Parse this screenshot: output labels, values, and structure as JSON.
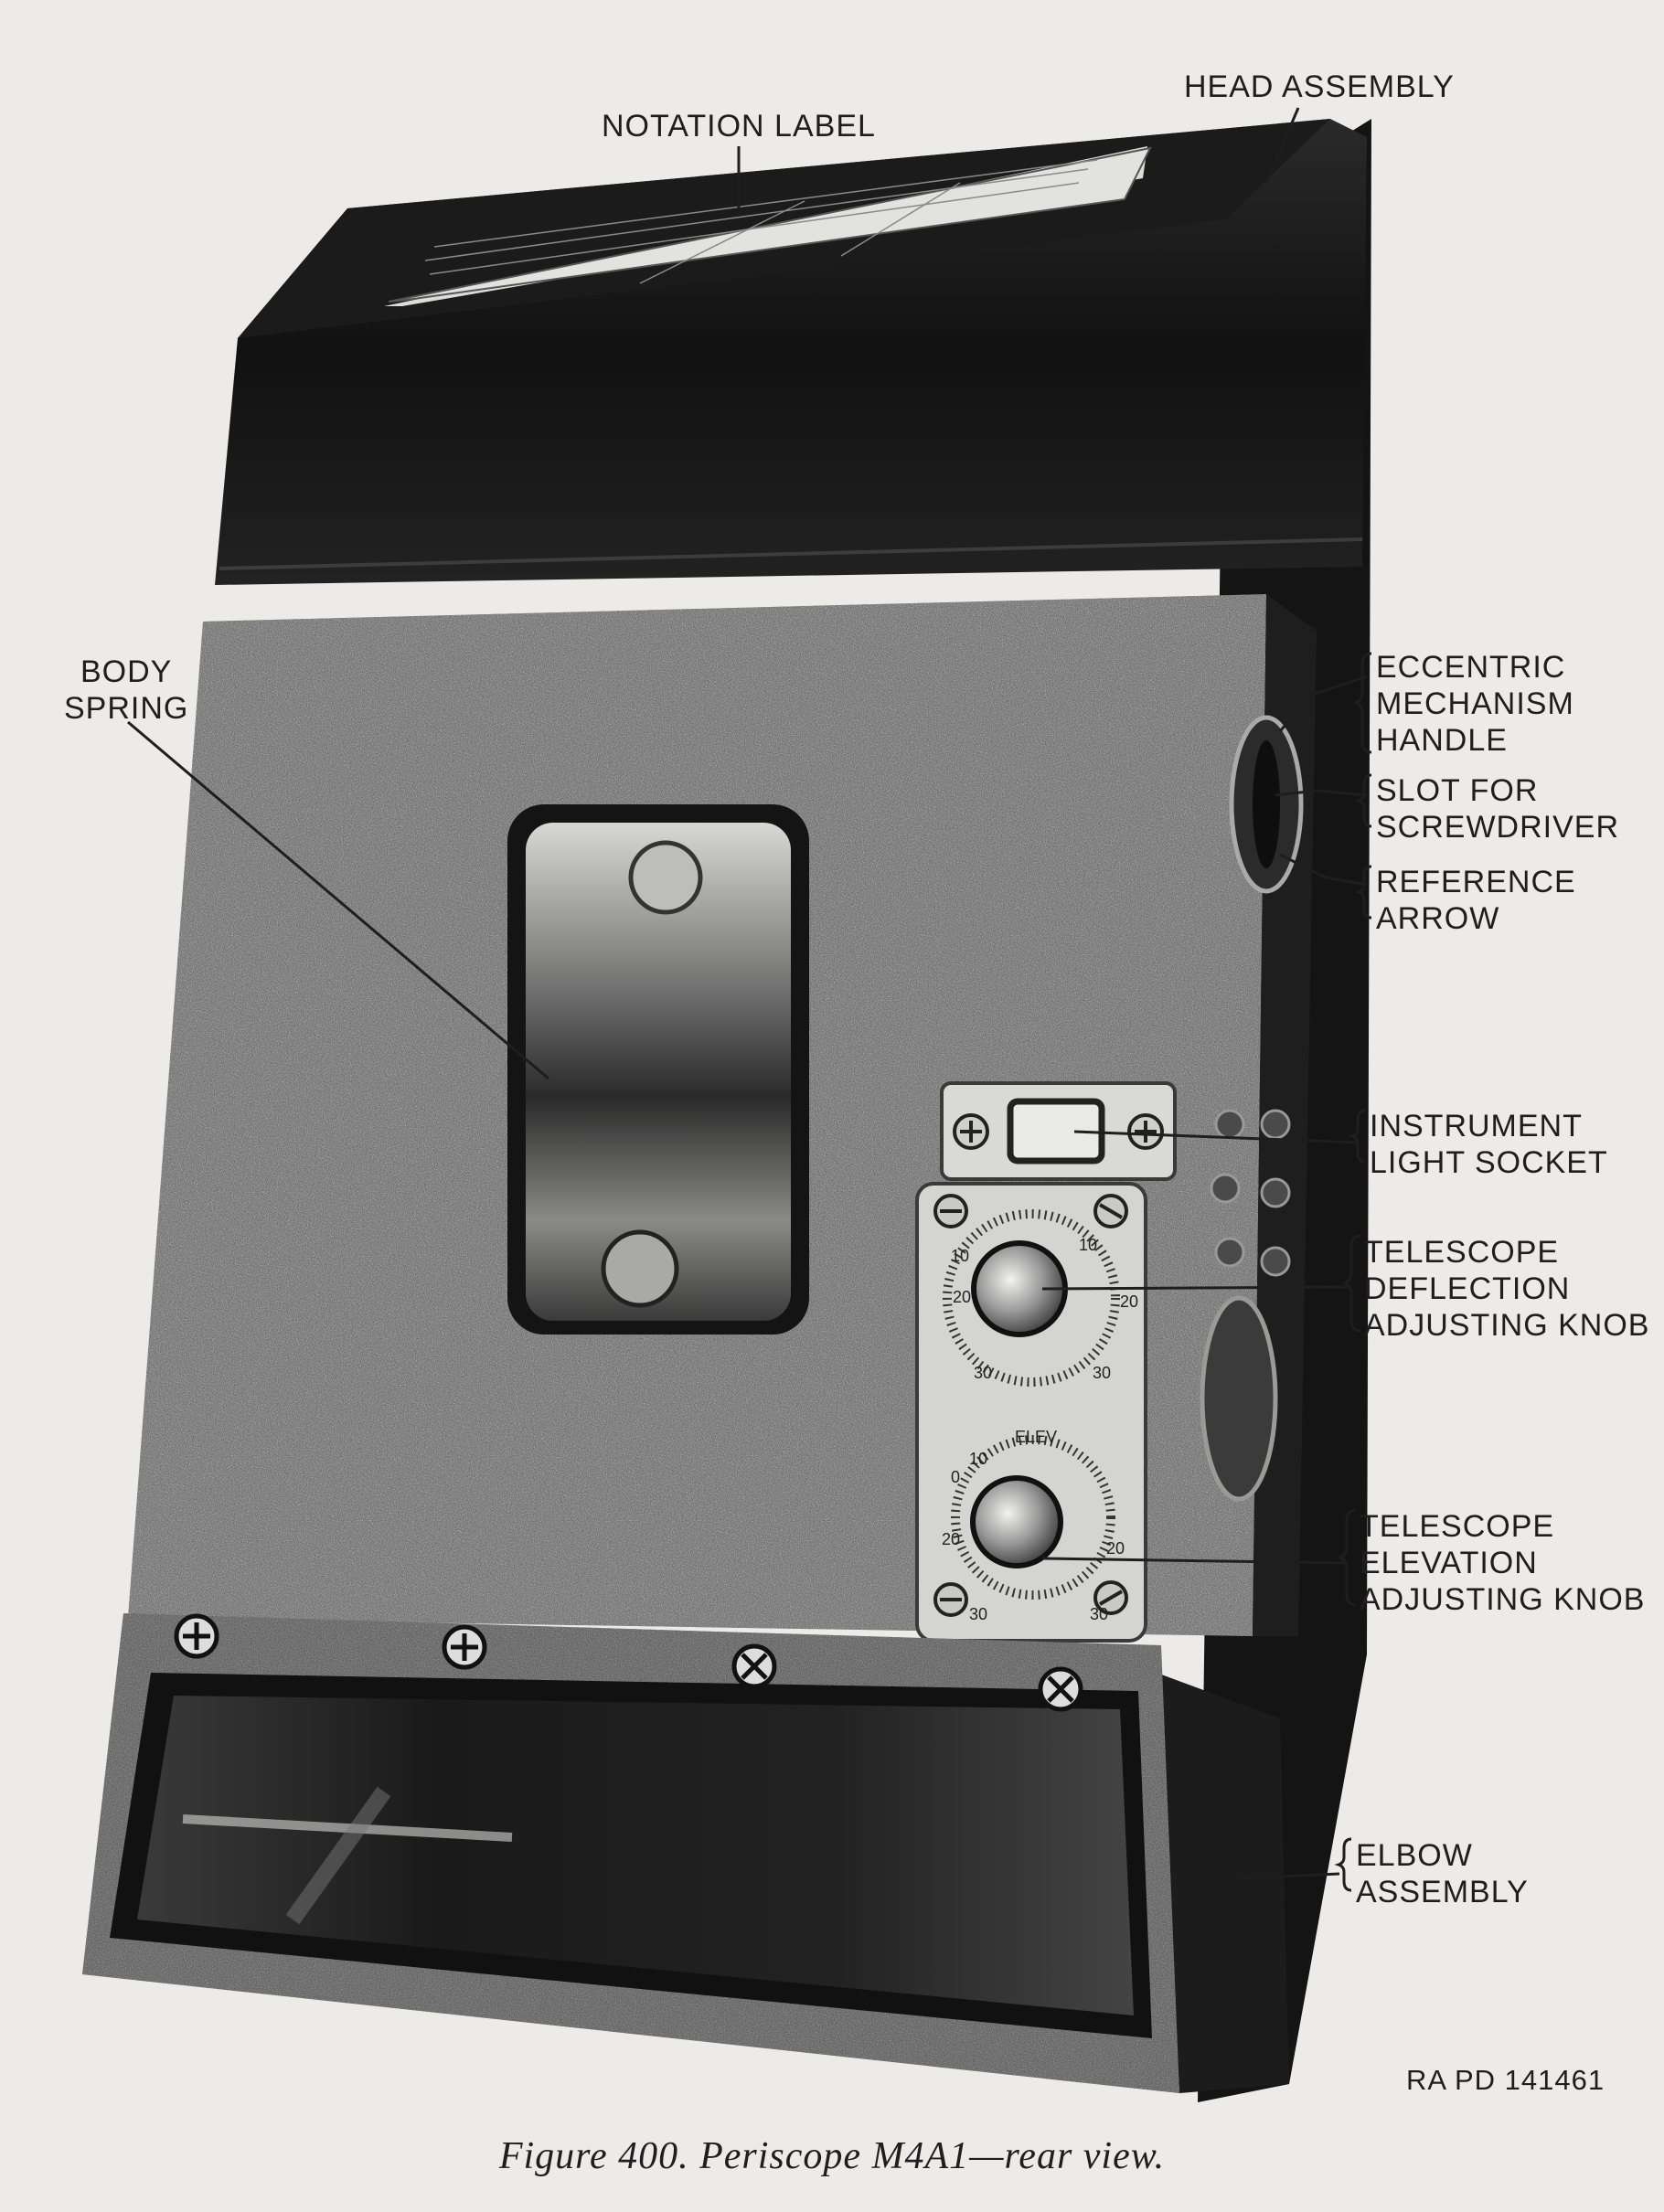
{
  "labels": {
    "notation_label": "NOTATION LABEL",
    "head_assembly": "HEAD ASSEMBLY",
    "body_spring": [
      "BODY",
      "SPRING"
    ],
    "eccentric": [
      "ECCENTRIC",
      "MECHANISM",
      "HANDLE"
    ],
    "slot": [
      "SLOT FOR",
      "SCREWDRIVER"
    ],
    "reference": [
      "REFERENCE",
      "ARROW"
    ],
    "instrument": [
      "INSTRUMENT",
      "LIGHT SOCKET"
    ],
    "deflection": [
      "TELESCOPE",
      "DEFLECTION",
      "ADJUSTING KNOB"
    ],
    "elevation": [
      "TELESCOPE",
      "ELEVATION",
      "ADJUSTING KNOB"
    ],
    "elbow": [
      "ELBOW",
      "ASSEMBLY"
    ]
  },
  "dial_marks": {
    "deflection_scale": [
      "10",
      "20",
      "30",
      "20",
      "10",
      "30",
      "20",
      "10"
    ],
    "elevation_title": "ELEV",
    "elevation_scale": [
      "0",
      "10",
      "20",
      "30",
      "20",
      "30"
    ]
  },
  "plate_number": "RA PD 141461",
  "caption": "Figure 400.   Periscope M4A1—rear view.",
  "colors": {
    "paper": "#ecebe7",
    "ink": "#1e1e1e",
    "housing": "#151515",
    "body_texture": "#5b5b5b"
  }
}
